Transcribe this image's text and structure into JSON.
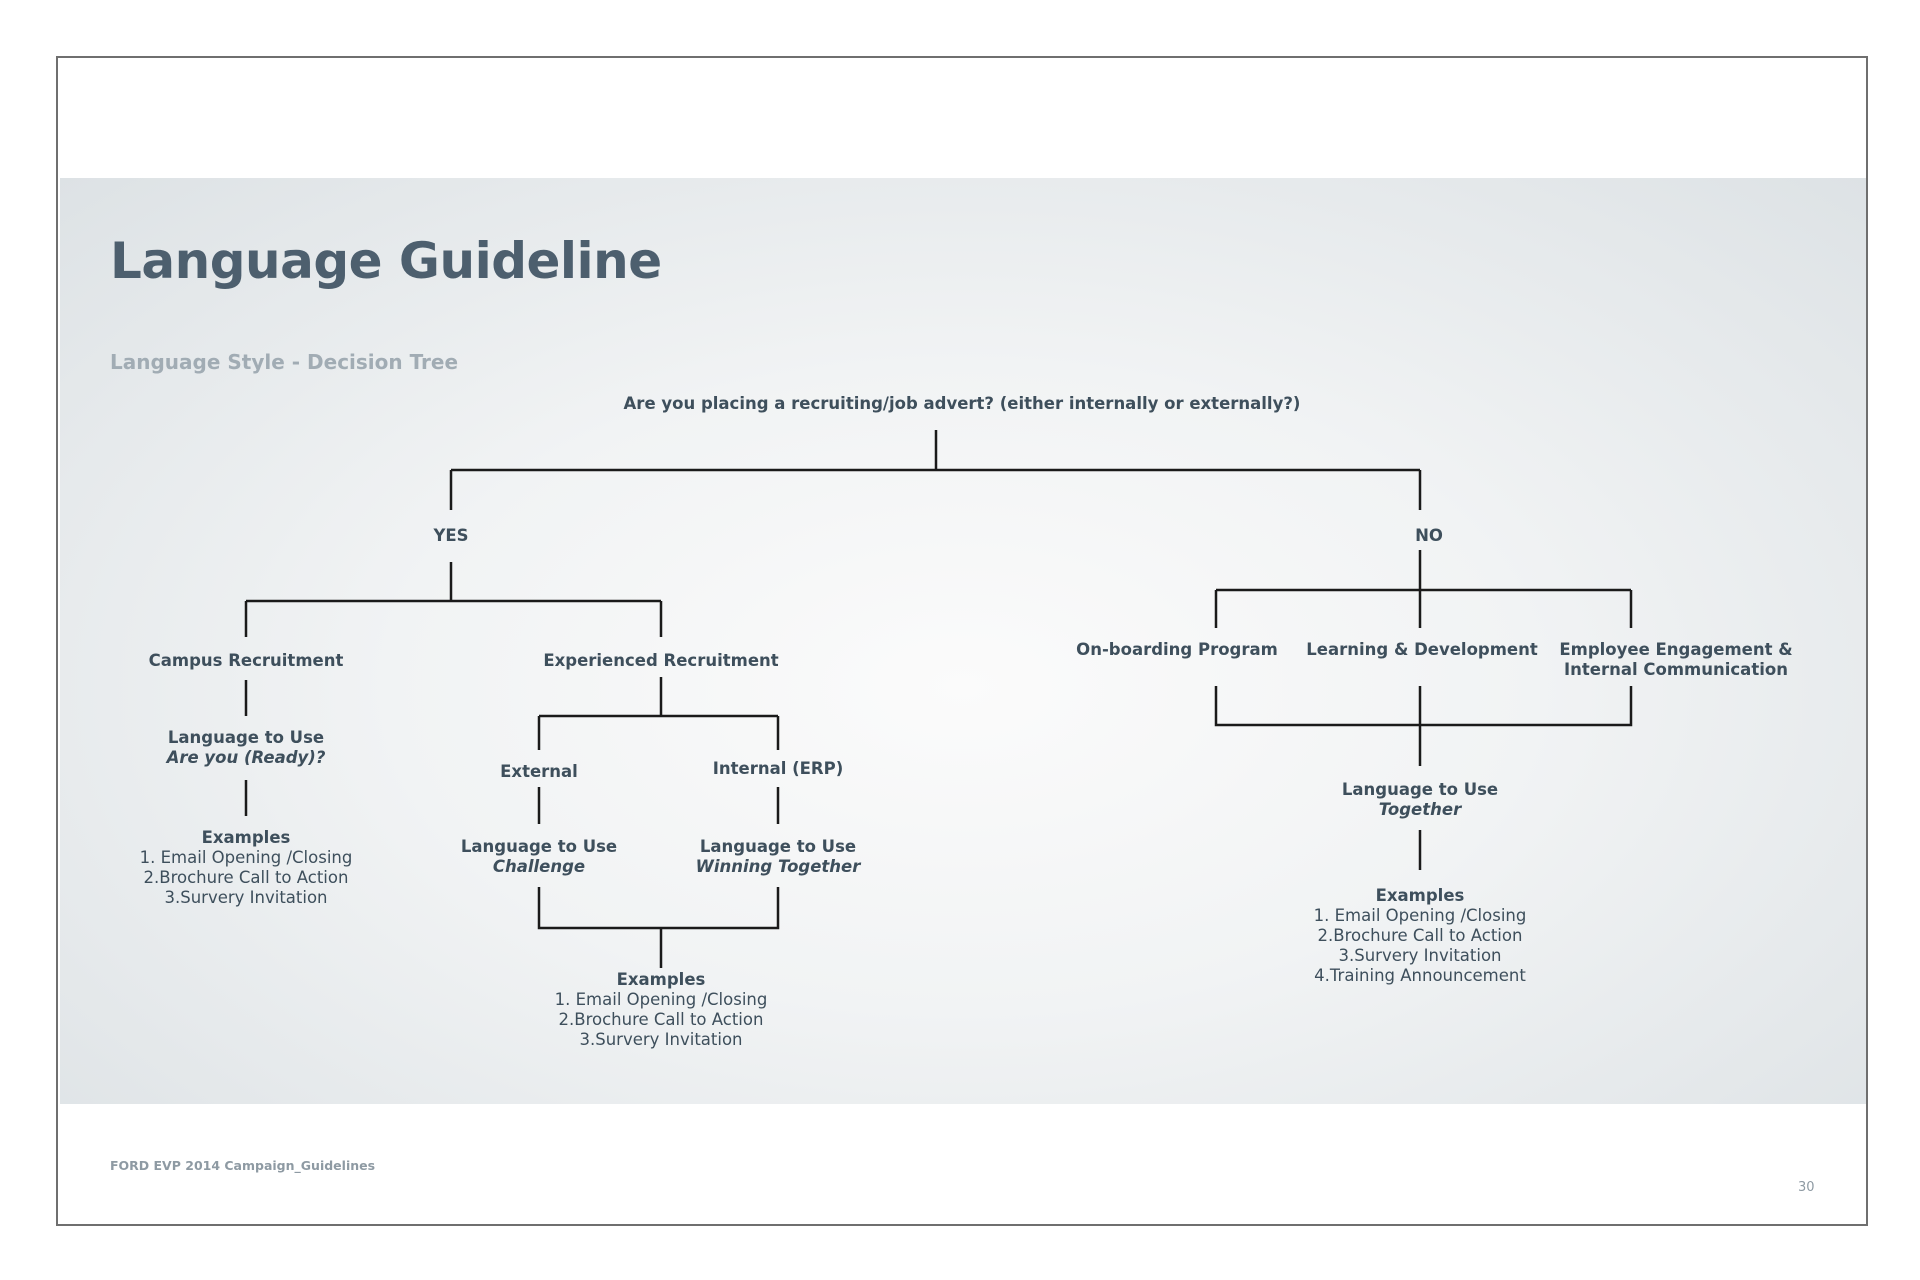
{
  "title": "Language Guideline",
  "subtitle": "Language Style - Decision Tree",
  "root_question": "Are you placing a recruiting/job advert? (either internally or externally?)",
  "yes": {
    "label": "YES",
    "campus": {
      "label": "Campus Recruitment",
      "lang_heading": "Language to Use",
      "lang_value": "Are you (Ready)?",
      "examples_heading": "Examples",
      "examples": [
        "1. Email Opening /Closing",
        "2.Brochure Call to Action",
        "3.Survery Invitation"
      ]
    },
    "experienced": {
      "label": "Experienced Recruitment",
      "external": {
        "label": "External",
        "lang_heading": "Language to Use",
        "lang_value": "Challenge"
      },
      "internal": {
        "label": "Internal (ERP)",
        "lang_heading": "Language to Use",
        "lang_value": "Winning Together"
      },
      "examples_heading": "Examples",
      "examples": [
        "1. Email Opening /Closing",
        "2.Brochure Call to Action",
        "3.Survery Invitation"
      ]
    }
  },
  "no": {
    "label": "NO",
    "onboarding": "On-boarding Program",
    "learning": "Learning & Development",
    "engagement_line1": "Employee Engagement &",
    "engagement_line2": "Internal Communication",
    "lang_heading": "Language to Use",
    "lang_value": "Together",
    "examples_heading": "Examples",
    "examples": [
      "1. Email Opening /Closing",
      "2.Brochure Call to Action",
      "3.Survery Invitation",
      "4.Training Announcement"
    ]
  },
  "footer": "FORD EVP 2014 Campaign_Guidelines",
  "page_number": "30"
}
